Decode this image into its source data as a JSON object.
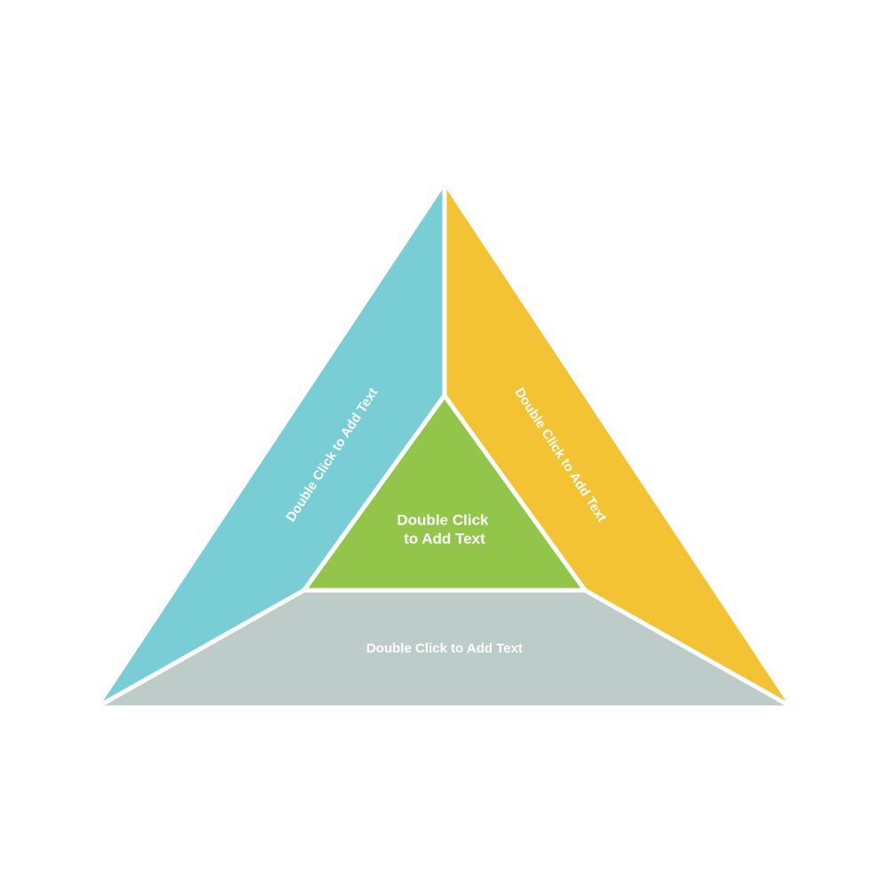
{
  "diagram": {
    "left": {
      "label": "Double Click to Add Text",
      "color": "#79CED6"
    },
    "right": {
      "label": "Double Click to Add Text",
      "color": "#F3C333"
    },
    "bottom": {
      "label": "Double Click to Add Text",
      "color": "#BDCBC9"
    },
    "center": {
      "line1": "Double Click",
      "line2": "to Add Text",
      "color": "#93C54B"
    }
  }
}
